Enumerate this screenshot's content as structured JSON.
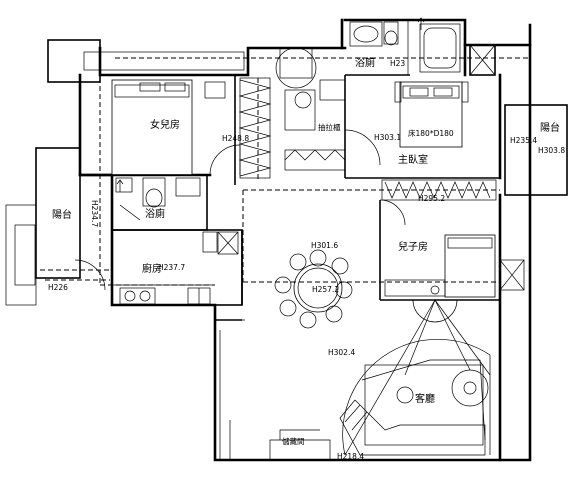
{
  "rooms": {
    "daughter_room": "女兒房",
    "bath_top": "浴廁",
    "bath_left": "浴廁",
    "master_bedroom": "主臥室",
    "son_room": "兒子房",
    "kitchen": "廚房",
    "balcony_left": "陽台",
    "balcony_right": "陽台",
    "living_room": "客廳",
    "storage": "儲藏間",
    "closet": "抽拉櫃"
  },
  "labels": {
    "bed_master": "床180*D180"
  },
  "dimensions": {
    "h_daughter": "H248.8",
    "h_bath_top": "H23",
    "h_master": "H303.1",
    "h_balcony_right": "H235.4",
    "h_right_edge": "H303.8",
    "h_left_wall": "H234.7",
    "h_dining": "H301.6",
    "h_dining_center": "H257.2",
    "h_kitchen": "H237.7",
    "h_left_bottom": "H226",
    "h_living": "H302.4",
    "h_bottom": "H218.4",
    "h_son_top": "H295.2"
  },
  "colors": {
    "line": "#000000",
    "background": "#ffffff"
  }
}
